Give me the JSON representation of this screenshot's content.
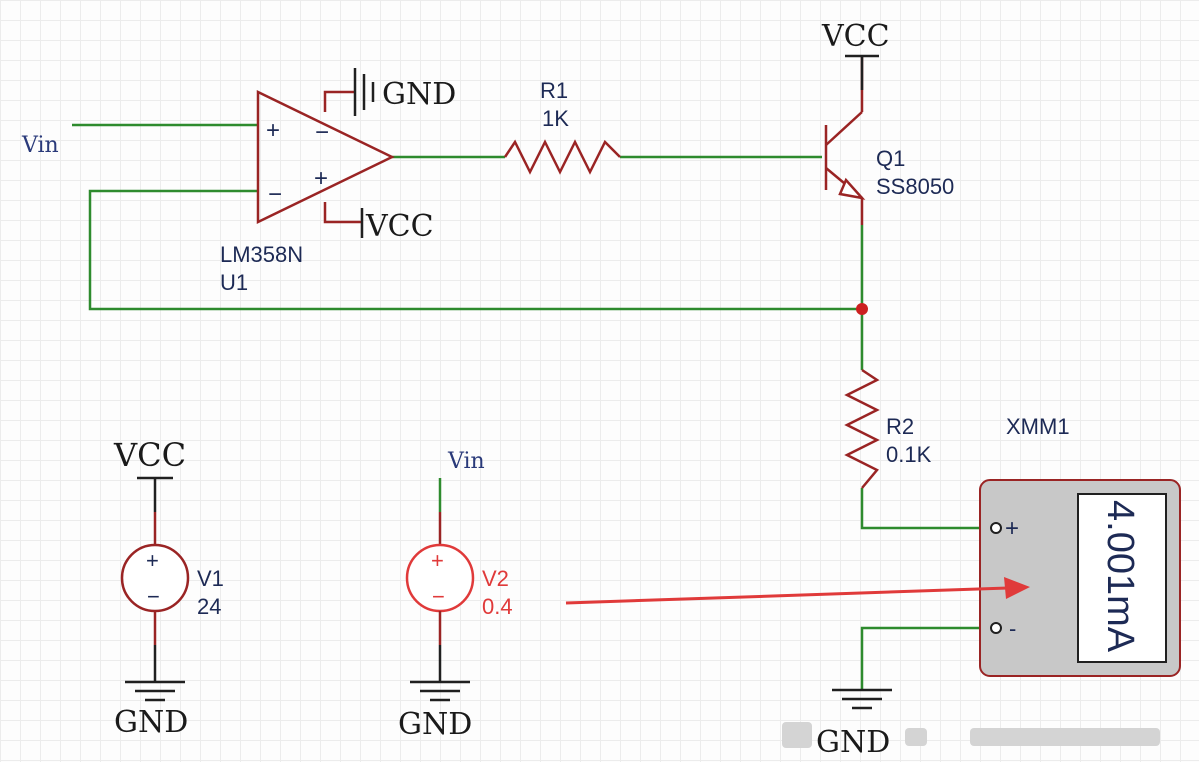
{
  "labels": {
    "vin_input": "Vin",
    "vcc_top": "VCC",
    "gnd_top": "GND",
    "vcc_opamp": "VCC",
    "opamp_model": "LM358N",
    "opamp_ref": "U1",
    "opamp_plus": "+",
    "opamp_minus": "−",
    "r1_ref": "R1",
    "r1_value": "1K",
    "q1_ref": "Q1",
    "q1_model": "SS8050",
    "r2_ref": "R2",
    "r2_value": "0.1K",
    "meter_ref": "XMM1",
    "meter_reading": "4.001mA",
    "meter_plus": "+",
    "meter_minus": "-",
    "v1_vcc": "VCC",
    "v1_ref": "V1",
    "v1_value": "24",
    "v1_gnd": "GND",
    "v2_vin": "Vin",
    "v2_ref": "V2",
    "v2_value": "0.4",
    "v2_gnd": "GND",
    "r2_gnd": "GND"
  },
  "colors": {
    "wire": "#2e8b2e",
    "component": "#9a2424",
    "highlight": "#e03a3a",
    "grid": "#ececec"
  }
}
